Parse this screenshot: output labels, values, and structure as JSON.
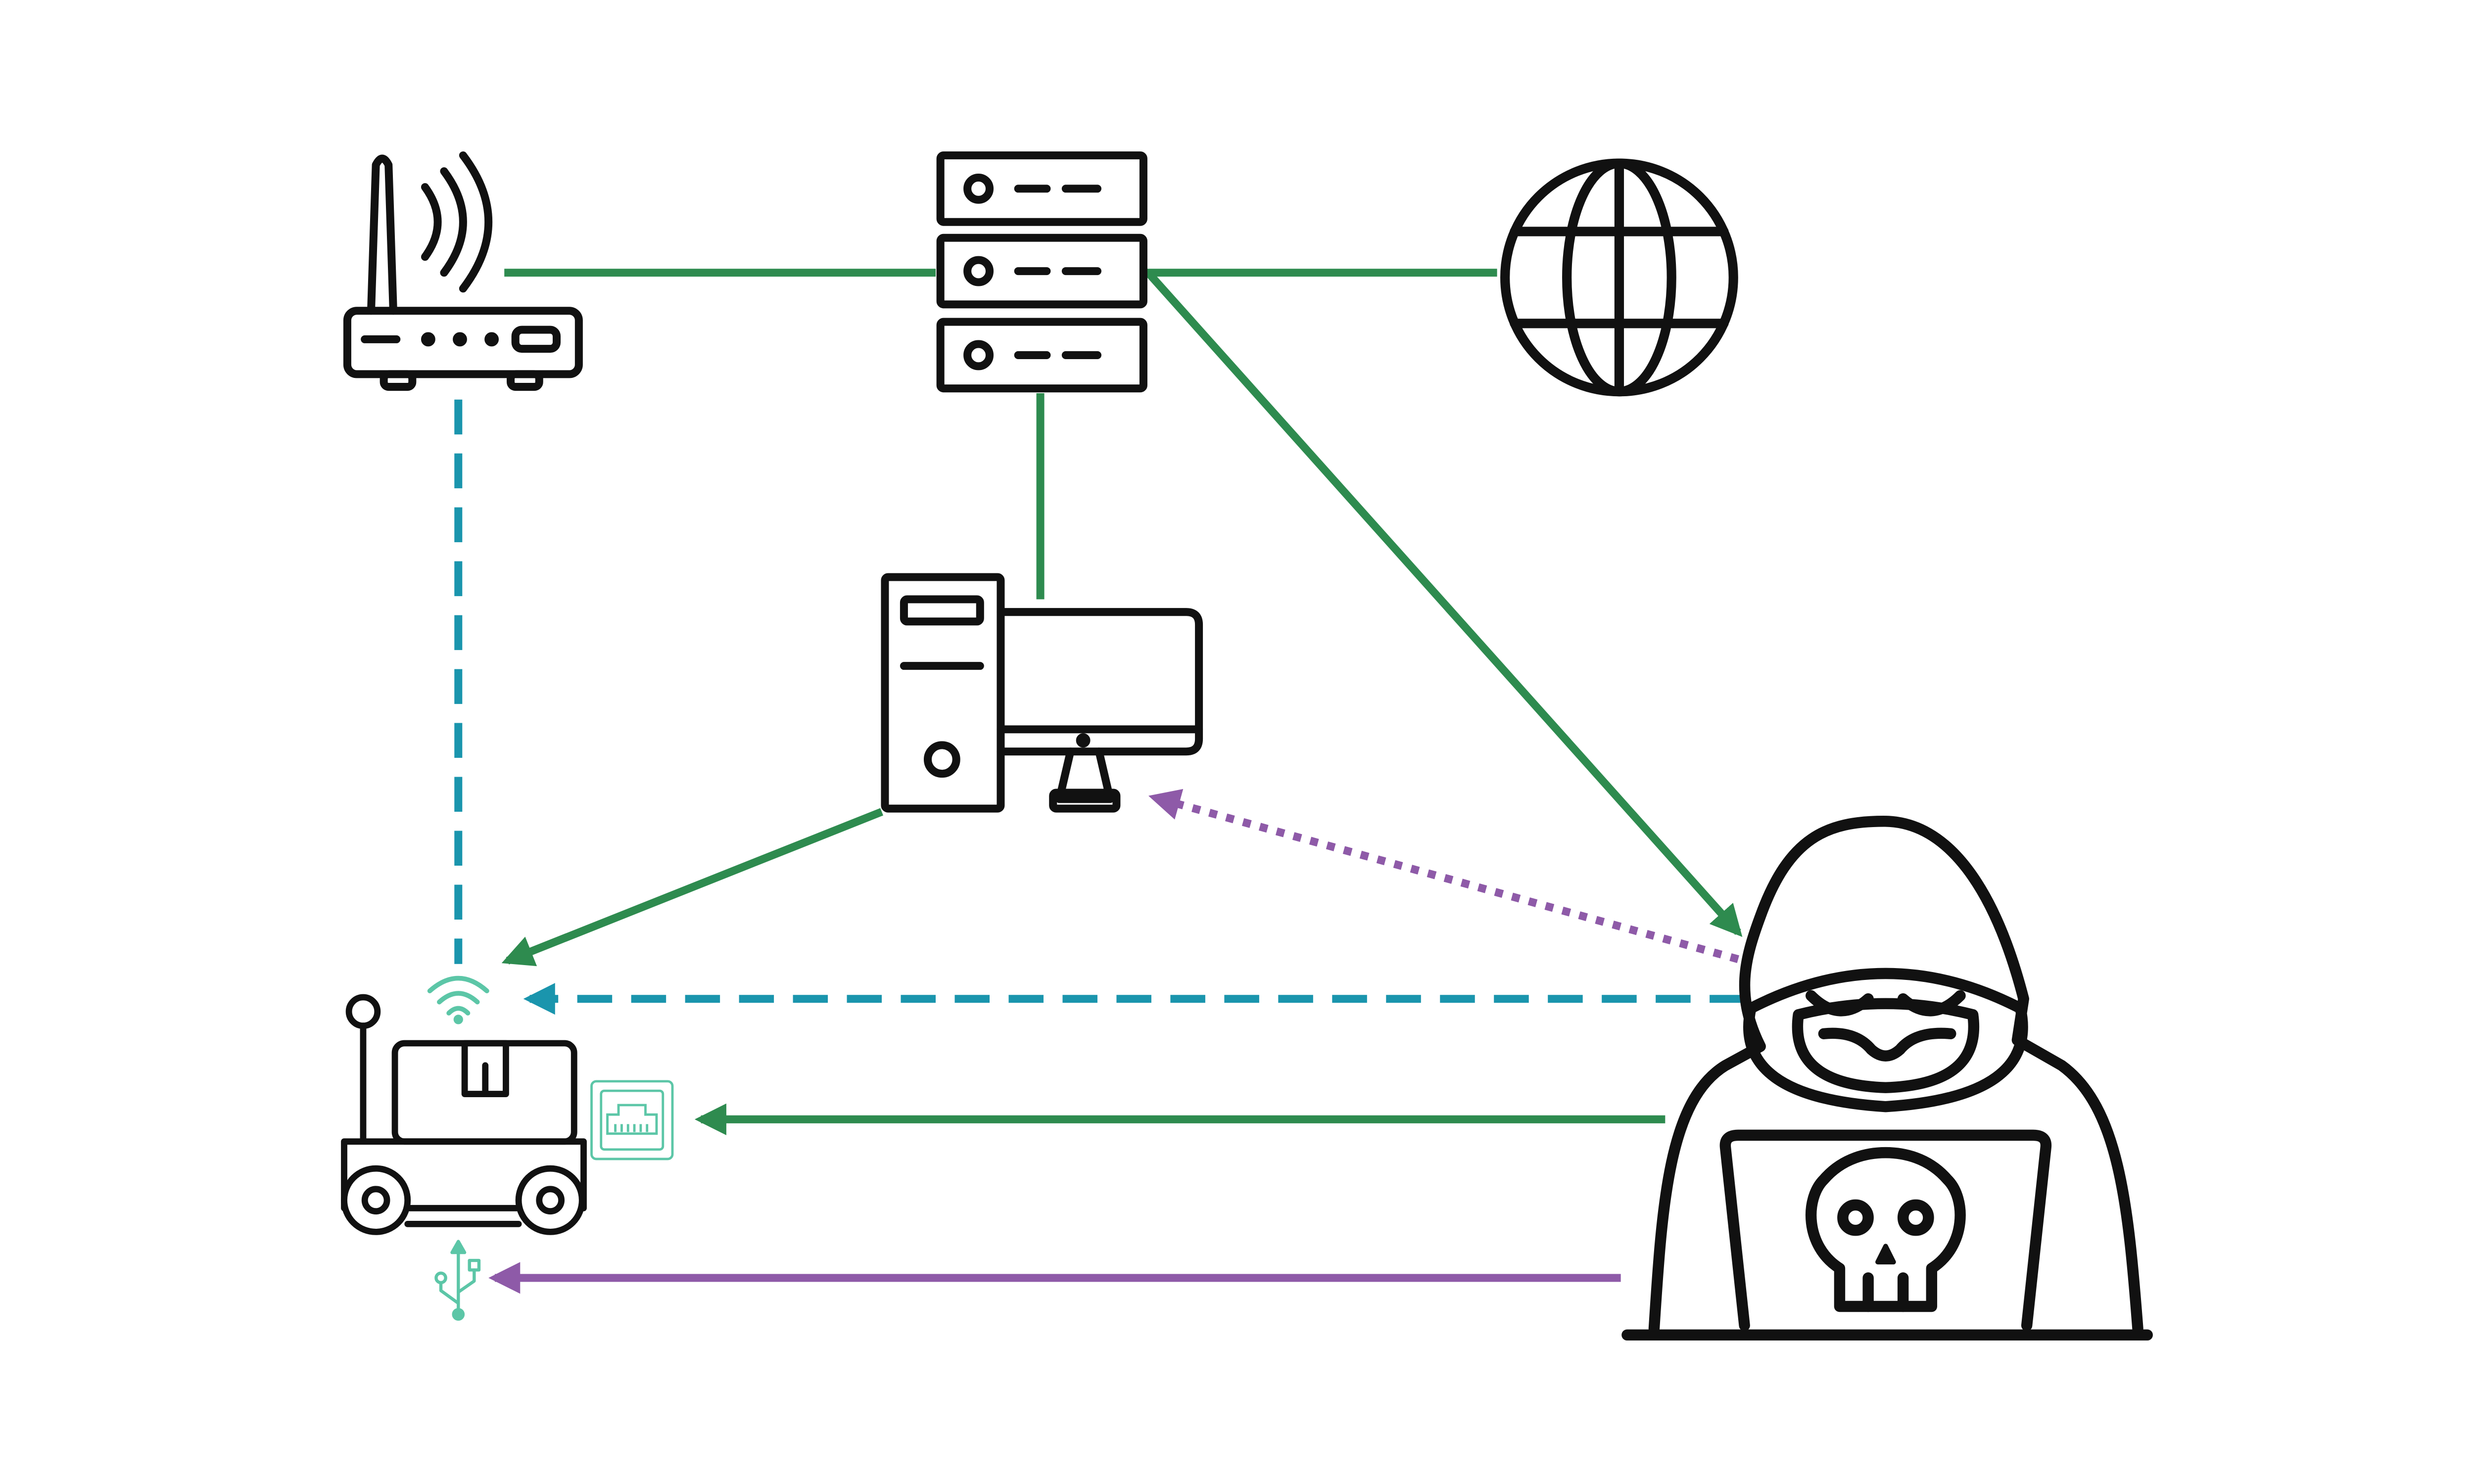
{
  "colors": {
    "background": "#ffffff",
    "stroke": "#111111",
    "wired_link": "#2e8b4f",
    "wireless_link": "#1a95ad",
    "usb_link": "#8e5aa8",
    "port_icon": "#5cc6a7"
  },
  "nodes": {
    "router": {
      "icon": "wifi-router-icon"
    },
    "server": {
      "icon": "server-rack-icon"
    },
    "internet": {
      "icon": "globe-icon"
    },
    "workstation": {
      "icon": "desktop-computer-icon"
    },
    "robot": {
      "icon": "delivery-robot-icon"
    },
    "attacker": {
      "icon": "hooded-hacker-with-laptop-icon"
    }
  },
  "port_icons": {
    "wifi": "wifi-port-icon",
    "ethernet": "ethernet-port-icon",
    "usb": "usb-port-icon"
  },
  "links": [
    {
      "from": "router",
      "to": "server",
      "style": "wired",
      "directed": false
    },
    {
      "from": "server",
      "to": "internet",
      "style": "wired",
      "directed": false
    },
    {
      "from": "server",
      "to": "workstation",
      "style": "wired",
      "directed": false
    },
    {
      "from": "server",
      "to": "attacker",
      "style": "wired",
      "directed": true
    },
    {
      "from": "router",
      "to": "robot",
      "style": "wireless",
      "directed": false
    },
    {
      "from": "workstation",
      "to": "robot",
      "style": "wired",
      "directed": true
    },
    {
      "from": "attacker",
      "to": "workstation",
      "style": "usb-dotted",
      "directed": true
    },
    {
      "from": "attacker",
      "to": "robot",
      "style": "wireless",
      "directed": true,
      "port": "wifi"
    },
    {
      "from": "attacker",
      "to": "robot",
      "style": "wired",
      "directed": true,
      "port": "ethernet"
    },
    {
      "from": "attacker",
      "to": "robot",
      "style": "usb",
      "directed": true,
      "port": "usb"
    }
  ]
}
